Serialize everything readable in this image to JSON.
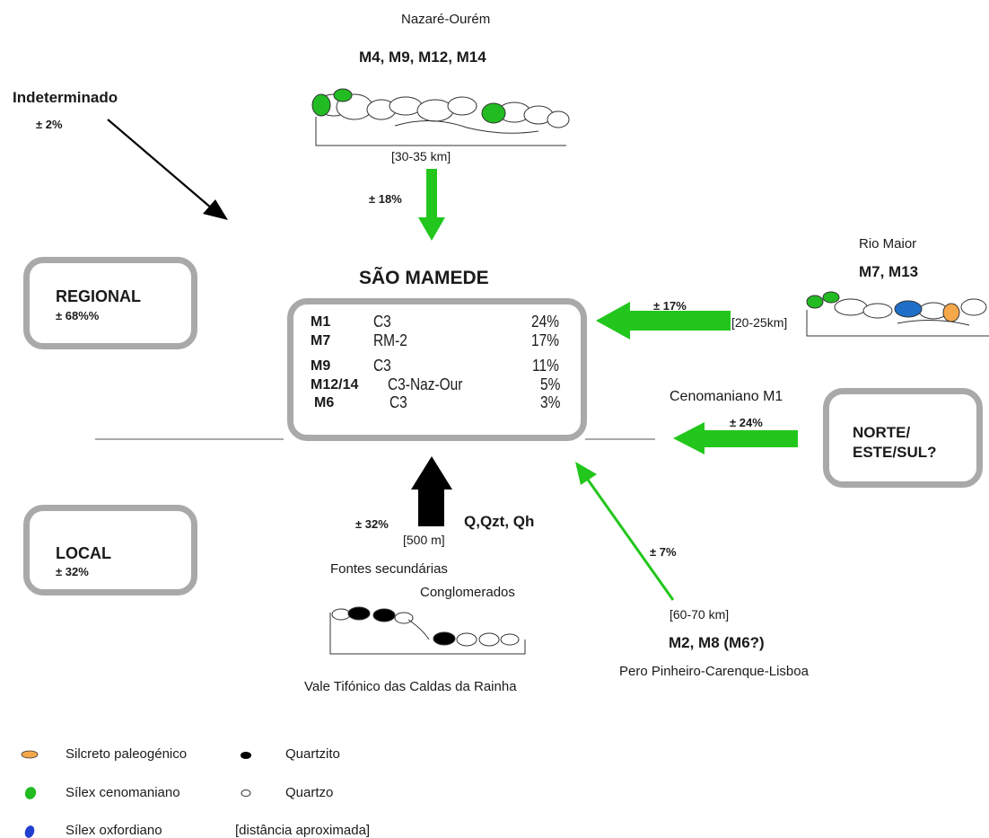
{
  "top_source": {
    "name": "Nazaré-Ourém",
    "samples": "M4, M9, M12, M14",
    "distance": "[30-35 km]",
    "percent": "± 18%"
  },
  "indeterminate": {
    "label": "Indeterminado",
    "percent": "± 2%"
  },
  "regional": {
    "label": "REGIONAL",
    "percent": "± 68%%"
  },
  "local": {
    "label": "LOCAL",
    "percent": "± 32%"
  },
  "center": {
    "title": "SÃO MAMEDE",
    "rows": [
      {
        "code": "M1",
        "source": "C3",
        "percent": "24%"
      },
      {
        "code": "M7",
        "source": "RM-2",
        "percent": "17%"
      },
      {
        "code": "M9",
        "source": "C3",
        "percent": "11%"
      },
      {
        "code": "M12/14",
        "source": "C3-Naz-Our",
        "percent": "5%"
      },
      {
        "code": "M6",
        "source": "C3",
        "percent": "3%"
      }
    ]
  },
  "rio_maior": {
    "name": "Rio Maior",
    "samples": "M7, M13",
    "distance": "[20-25km]",
    "percent": "± 17%"
  },
  "cenomaniano": {
    "label": "Cenomaniano M1",
    "percent": "± 24%"
  },
  "norte": {
    "line1": "NORTE/",
    "line2": "ESTE/SUL?"
  },
  "local_source": {
    "percent": "± 32%",
    "distance": "[500 m]",
    "materials": "Q,Qzt, Qh",
    "label1": "Fontes secundárias",
    "label2": "Conglomerados",
    "name": "Vale Tifónico das Caldas da Rainha"
  },
  "south_source": {
    "percent": "± 7%",
    "distance": "[60-70 km]",
    "samples": "M2, M8 (M6?)",
    "name": "Pero Pinheiro-Carenque-Lisboa"
  },
  "legend": {
    "items": [
      {
        "label": "Silcreto paleogénico",
        "color": "#f2a65a"
      },
      {
        "label": "Quartzito",
        "color": "#000000"
      },
      {
        "label": "Sílex cenomaniano",
        "color": "#22bb22"
      },
      {
        "label": "Quartzo",
        "color": "#dcdcdc"
      },
      {
        "label": "Sílex oxfordiano",
        "color": "#1f3fd0"
      },
      {
        "label": "[distância aproximada]",
        "color": ""
      }
    ]
  },
  "colors": {
    "arrow_green": "#22c61c",
    "box_border": "#a9a9a9",
    "flint_blue": "#1f6fc8",
    "silcrete_orange": "#f5a84a"
  }
}
